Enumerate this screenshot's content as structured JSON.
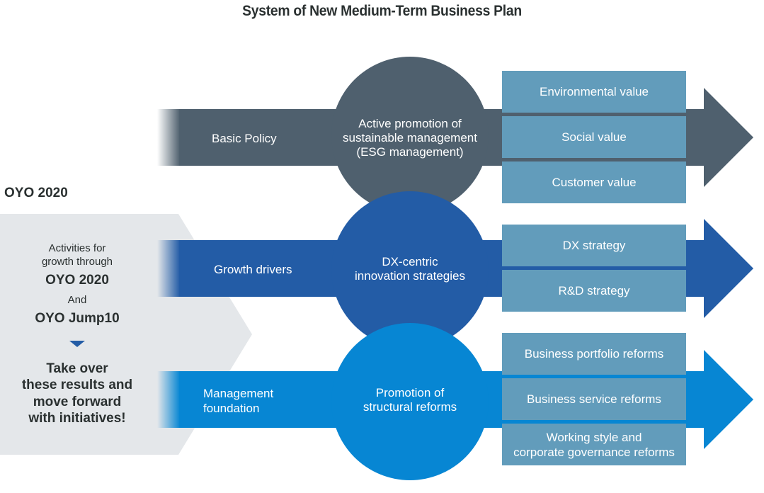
{
  "title": "System of New Medium-Term Business Plan",
  "left_panel": {
    "heading": "OYO 2020",
    "line1": "Activities for",
    "line2": "growth through",
    "plan1": "OYO 2020",
    "connector": "And",
    "plan2": "OYO Jump10",
    "conclusion_lines": [
      "Take over",
      "these results and",
      "move forward",
      "with initiatives!"
    ]
  },
  "rows": [
    {
      "label": "Basic Policy",
      "circle_lines": [
        "Active promotion of",
        "sustainable management",
        "(ESG management)"
      ],
      "boxes": [
        "Environmental value",
        "Social value",
        "Customer value"
      ],
      "color": "#4f606e"
    },
    {
      "label": "Growth drivers",
      "circle_lines": [
        "DX-centric",
        "innovation strategies"
      ],
      "boxes": [
        "DX strategy",
        "R&D strategy"
      ],
      "color": "#235ca6"
    },
    {
      "label_lines": [
        "Management",
        "foundation"
      ],
      "circle_lines": [
        "Promotion of",
        "structural reforms"
      ],
      "boxes": [
        "Business portfolio reforms",
        "Business service reforms",
        "Working style and corporate governance reforms"
      ],
      "box3_lines": [
        "Working style and",
        "corporate governance reforms"
      ],
      "color": "#0786d3"
    }
  ],
  "colors": {
    "box": "#629cbb",
    "panel": "#e4e7ea",
    "triangle": "#235ca6",
    "text_dark": "#2a3030"
  }
}
